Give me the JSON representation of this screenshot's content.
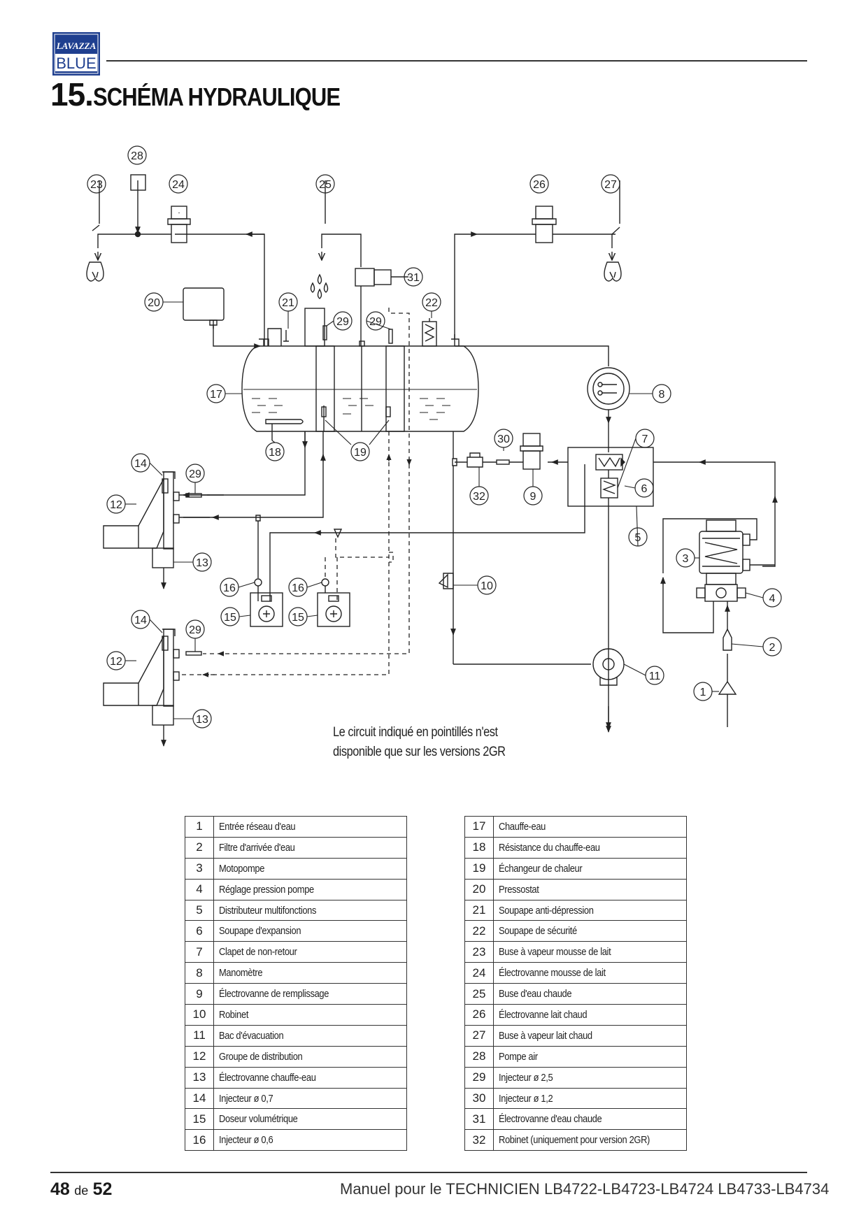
{
  "header": {
    "logo_top": "LAVAZZA",
    "logo_bottom": "BLUE",
    "section_number": "15.",
    "section_title": "SCHÉMA HYDRAULIQUE"
  },
  "diagram": {
    "callouts": [
      "1",
      "2",
      "3",
      "4",
      "5",
      "6",
      "7",
      "8",
      "9",
      "10",
      "11",
      "12",
      "12",
      "13",
      "13",
      "14",
      "14",
      "15",
      "15",
      "16",
      "16",
      "17",
      "18",
      "19",
      "20",
      "21",
      "22",
      "23",
      "24",
      "25",
      "26",
      "27",
      "28",
      "29",
      "29",
      "29",
      "29",
      "30",
      "31",
      "32"
    ],
    "note_line1": "Le circuit indiqué en pointillés n'est",
    "note_line2": "disponible que sur les versions 2GR"
  },
  "legend_left": [
    {
      "num": "1",
      "label": "Entrée réseau d'eau"
    },
    {
      "num": "2",
      "label": "Filtre d'arrivée d'eau"
    },
    {
      "num": "3",
      "label": "Motopompe"
    },
    {
      "num": "4",
      "label": "Réglage pression pompe"
    },
    {
      "num": "5",
      "label": "Distributeur multifonctions"
    },
    {
      "num": "6",
      "label": "Soupape d'expansion"
    },
    {
      "num": "7",
      "label": "Clapet de non-retour"
    },
    {
      "num": "8",
      "label": "Manomètre"
    },
    {
      "num": "9",
      "label": "Électrovanne de remplissage"
    },
    {
      "num": "10",
      "label": "Robinet"
    },
    {
      "num": "11",
      "label": "Bac d'évacuation"
    },
    {
      "num": "12",
      "label": "Groupe de distribution"
    },
    {
      "num": "13",
      "label": "Électrovanne chauffe-eau"
    },
    {
      "num": "14",
      "label": "Injecteur ø 0,7"
    },
    {
      "num": "15",
      "label": "Doseur volumétrique"
    },
    {
      "num": "16",
      "label": "Injecteur ø 0,6"
    }
  ],
  "legend_right": [
    {
      "num": "17",
      "label": "Chauffe-eau"
    },
    {
      "num": "18",
      "label": "Résistance du chauffe-eau"
    },
    {
      "num": "19",
      "label": "Échangeur de chaleur"
    },
    {
      "num": "20",
      "label": "Pressostat"
    },
    {
      "num": "21",
      "label": "Soupape anti-dépression"
    },
    {
      "num": "22",
      "label": "Soupape de sécurité"
    },
    {
      "num": "23",
      "label": "Buse à vapeur mousse de lait"
    },
    {
      "num": "24",
      "label": "Électrovanne mousse de lait"
    },
    {
      "num": "25",
      "label": "Buse d'eau chaude"
    },
    {
      "num": "26",
      "label": "Électrovanne lait chaud"
    },
    {
      "num": "27",
      "label": "Buse à vapeur lait chaud"
    },
    {
      "num": "28",
      "label": "Pompe air"
    },
    {
      "num": "29",
      "label": "Injecteur ø 2,5"
    },
    {
      "num": "30",
      "label": "Injecteur ø 1,2"
    },
    {
      "num": "31",
      "label": "Électrovanne d'eau chaude"
    },
    {
      "num": "32",
      "label": "Robinet (uniquement pour version 2GR)"
    }
  ],
  "footer": {
    "page_current": "48",
    "page_sep": "de",
    "page_total": "52",
    "manual": "Manuel pour le TECHNICIEN",
    "models": "LB4722-LB4723-LB4724  LB4733-LB4734"
  }
}
